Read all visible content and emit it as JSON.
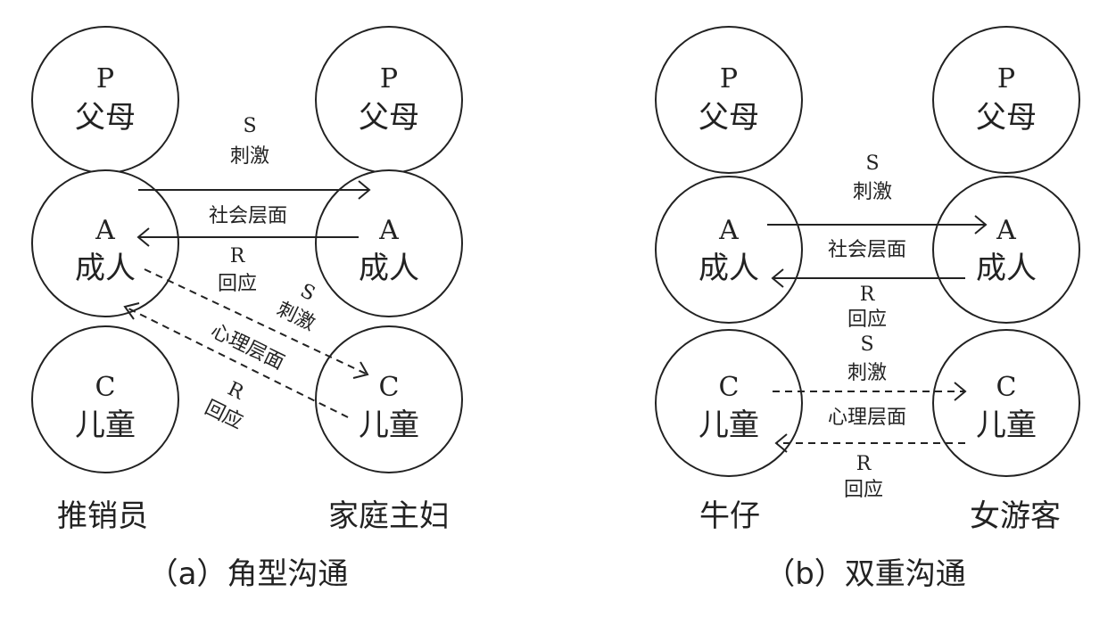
{
  "left": {
    "states": {
      "parent": {
        "letter": "P",
        "name": "父母"
      },
      "adult": {
        "letter": "A",
        "name": "成人"
      },
      "child": {
        "letter": "C",
        "name": "儿童"
      }
    },
    "social": {
      "stimulus_letter": "S",
      "stimulus": "刺激",
      "layer": "社会层面",
      "response_letter": "R",
      "response": "回应"
    },
    "psych": {
      "stimulus_letter": "S",
      "stimulus": "刺激",
      "layer": "心理层面",
      "response_letter": "R",
      "response": "回应"
    },
    "role_left": "推销员",
    "role_right": "家庭主妇",
    "caption": "（a）角型沟通"
  },
  "right": {
    "states": {
      "parent": {
        "letter": "P",
        "name": "父母"
      },
      "adult": {
        "letter": "A",
        "name": "成人"
      },
      "child": {
        "letter": "C",
        "name": "儿童"
      }
    },
    "social": {
      "stimulus_letter": "S",
      "stimulus": "刺激",
      "layer": "社会层面",
      "response_letter": "R",
      "response": "回应"
    },
    "psych": {
      "stimulus_letter": "S",
      "stimulus": "刺激",
      "layer": "心理层面",
      "response_letter": "R",
      "response": "回应"
    },
    "role_left": "牛仔",
    "role_right": "女游客",
    "caption": "（b）双重沟通"
  }
}
